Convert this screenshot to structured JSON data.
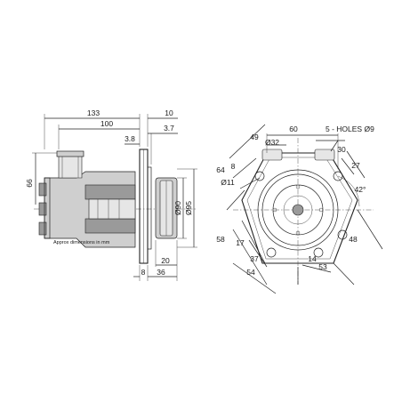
{
  "note": "Approx dimensions in mm",
  "side_view": {
    "dim_133": "133",
    "dim_100": "100",
    "dim_10": "10",
    "dim_3_8": "3.8",
    "dim_3_7": "3.7",
    "dim_66": "66",
    "dim_d90": "Ø90",
    "dim_d95": "Ø95",
    "dim_20": "20",
    "dim_8": "8",
    "dim_36": "36"
  },
  "front_view": {
    "dim_60": "60",
    "dim_holes": "5 - HOLES Ø9",
    "dim_49": "49",
    "dim_d32": "Ø32",
    "dim_30": "30",
    "dim_64": "64",
    "dim_8": "8",
    "dim_27": "27",
    "dim_d11": "Ø11",
    "dim_42deg": "42°",
    "dim_58": "58",
    "dim_17": "17",
    "dim_48": "48",
    "dim_37": "37",
    "dim_14": "14",
    "dim_54": "54",
    "dim_53": "53"
  }
}
